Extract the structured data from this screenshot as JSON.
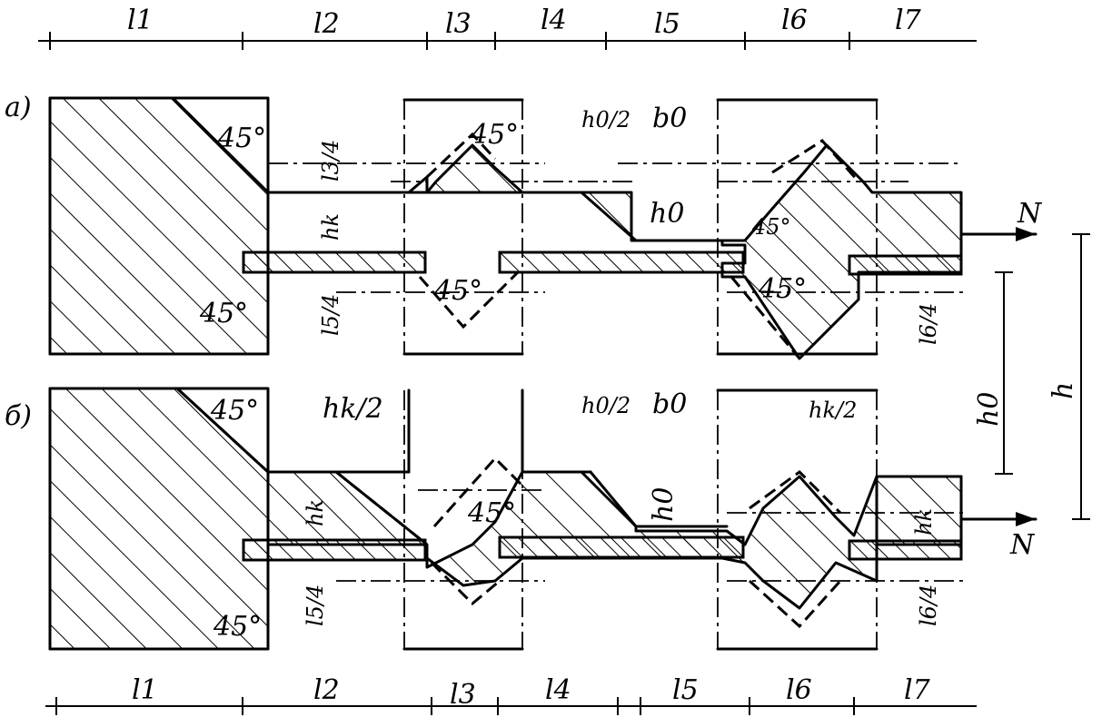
{
  "dimensions_top": [
    "l1",
    "l2",
    "l3",
    "l4",
    "l5",
    "l6",
    "l7"
  ],
  "dimensions_bottom": [
    "l1",
    "l2",
    "l3",
    "l4",
    "l5",
    "l6",
    "l7"
  ],
  "variant_a": "а)",
  "variant_b": "б)",
  "angle": "45°",
  "labels": {
    "h0_half": "h0/2",
    "b0": "b0",
    "h0": "h0",
    "hk": "hk",
    "hk_half": "hk/2",
    "l3_quarter": "l3/4",
    "l5_quarter": "l5/4",
    "l6_quarter": "l6/4",
    "N": "N",
    "h": "h"
  }
}
